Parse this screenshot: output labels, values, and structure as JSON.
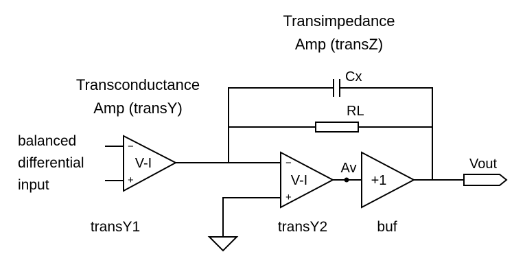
{
  "labels": {
    "transz_line1": "Transimpedance",
    "transz_line2": "Amp (transZ)",
    "transy_line1": "Transconductance",
    "transy_line2": "Amp (transY)",
    "input_line1": "balanced",
    "input_line2": "differential",
    "input_line3": "input",
    "capacitor": "Cx",
    "resistor": "RL",
    "node_av": "Av",
    "output": "Vout"
  },
  "blocks": {
    "transy1": {
      "text": "V-I",
      "name": "transY1",
      "minus": "−",
      "plus": "+"
    },
    "transy2": {
      "text": "V-I",
      "name": "transY2",
      "minus": "−",
      "plus": "+"
    },
    "buffer": {
      "text": "+1",
      "name": "buf"
    }
  }
}
